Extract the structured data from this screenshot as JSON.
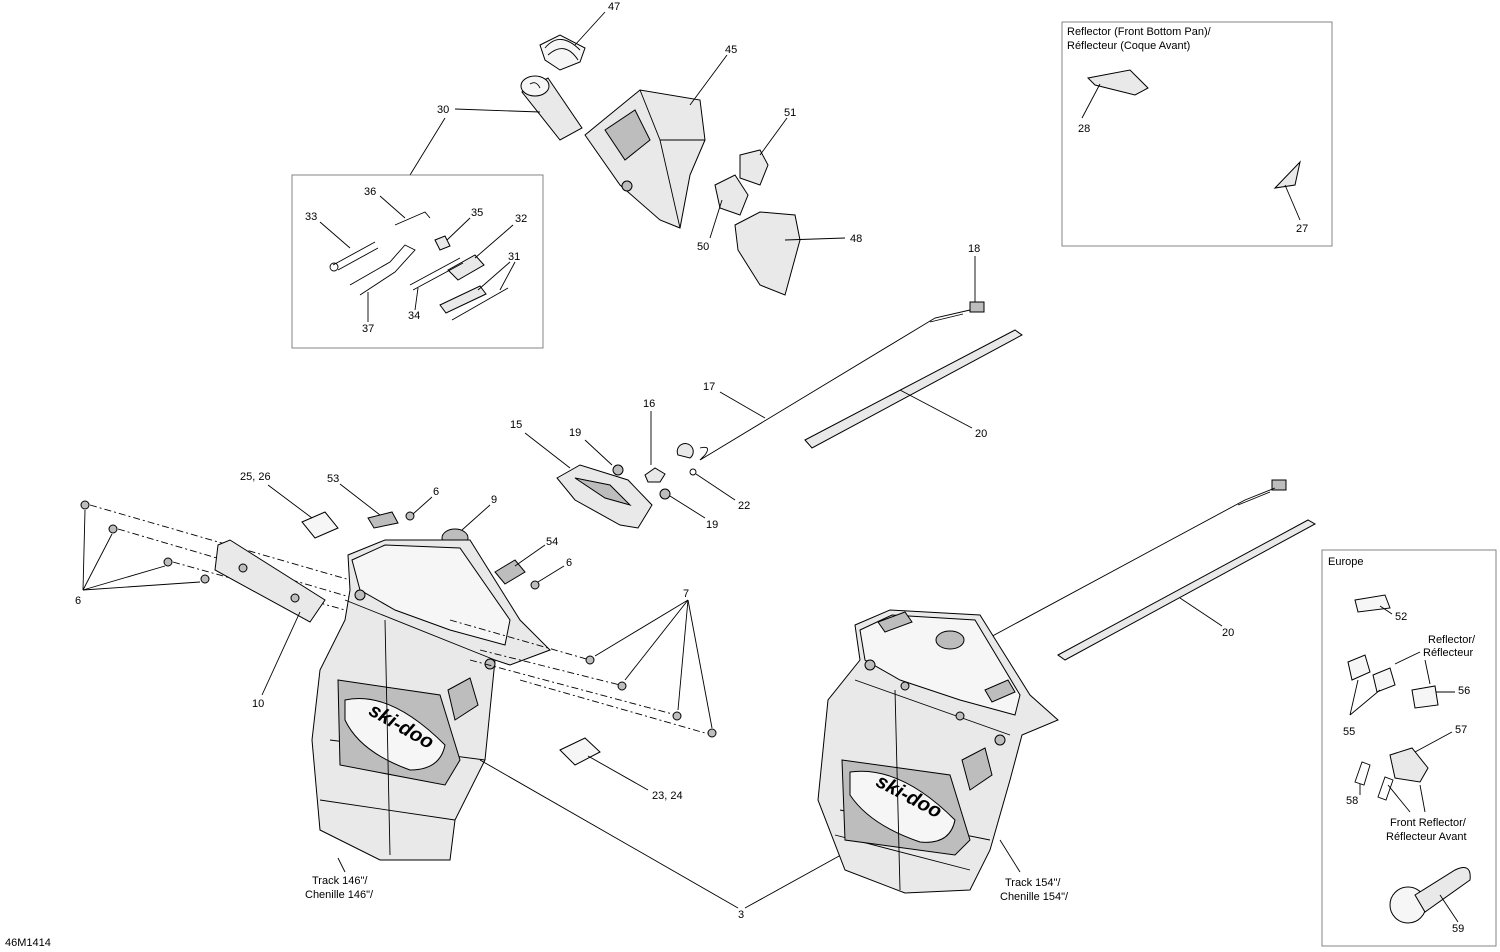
{
  "drawing_code": "46M1414",
  "boxes": {
    "reflector_front_title_1": "Reflector (Front Bottom Pan)/",
    "reflector_front_title_2": "Réflecteur (Coque Avant)",
    "europe_title": "Europe",
    "europe_reflector_1": "Reflector/",
    "europe_reflector_2": "Réflecteur",
    "europe_front_reflector_1": "Front Reflector/",
    "europe_front_reflector_2": "Réflecteur Avant"
  },
  "track_labels": {
    "left_1": "Track 146\"/",
    "left_2": "Chenille 146\"/",
    "right_1": "Track 154\"/",
    "right_2": "Chenille 154\"/"
  },
  "callouts": {
    "c47": "47",
    "c45": "45",
    "c30": "30",
    "c51": "51",
    "c50": "50",
    "c48": "48",
    "c36": "36",
    "c35": "35",
    "c33": "33",
    "c32": "32",
    "c31": "31",
    "c34": "34",
    "c37": "37",
    "c28": "28",
    "c27": "27",
    "c18": "18",
    "c17": "17",
    "c20a": "20",
    "c20b": "20",
    "c16": "16",
    "c15": "15",
    "c19a": "19",
    "c19b": "19",
    "c22": "22",
    "c25": "25, 26",
    "c53": "53",
    "c6a": "6",
    "c9": "9",
    "c54": "54",
    "c6b": "6",
    "c6c": "6",
    "c7": "7",
    "c10": "10",
    "c23": "23, 24",
    "c3": "3",
    "c52": "52",
    "c56": "56",
    "c55": "55",
    "c57": "57",
    "c58": "58",
    "c59": "59"
  },
  "brand_text": "ski-doo"
}
